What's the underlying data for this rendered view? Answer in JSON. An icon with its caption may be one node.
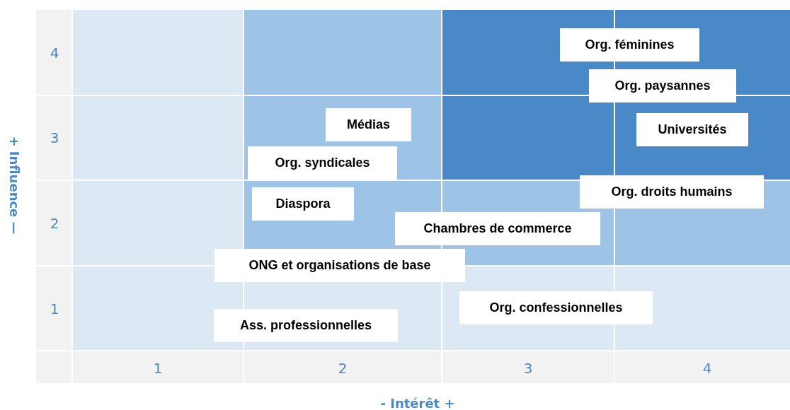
{
  "diagram": {
    "nodes": [
      {
        "text": [
          "Org. féminines"
        ]
      },
      {
        "text": [
          "Org. paysannes"
        ]
      },
      {
        "text": [
          "Médias"
        ]
      },
      {
        "text": [
          "Universités"
        ]
      },
      {
        "text": [
          "Org. syndicales"
        ]
      },
      {
        "text": [
          "Org. droits humains"
        ]
      },
      {
        "text": [
          "Diaspora"
        ]
      },
      {
        "text": [
          "Chambres de commerce"
        ]
      },
      {
        "text": [
          "ONG et organisations de base"
        ]
      },
      {
        "text": [
          "Org. confessionnelles"
        ]
      },
      {
        "text": [
          "Ass. professionnelles"
        ]
      }
    ],
    "labels": [
      "4",
      "3",
      "2",
      "1",
      "+ Influence —",
      "1",
      "2",
      "3",
      "4",
      "- Intérêt +"
    ]
  }
}
